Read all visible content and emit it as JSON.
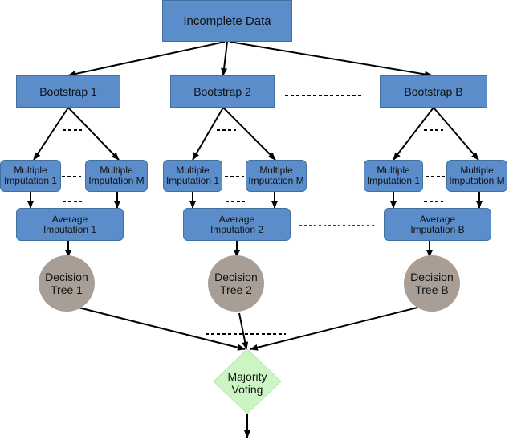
{
  "root": {
    "label": "Incomplete Data"
  },
  "bootstraps": [
    {
      "label": "Bootstrap 1",
      "imp1": [
        "Multiple",
        "Imputation 1"
      ],
      "impM": [
        "Multiple",
        "Imputation M"
      ],
      "avg": [
        "Average",
        "Imputation 1"
      ],
      "tree": [
        "Decision",
        "Tree 1"
      ]
    },
    {
      "label": "Bootstrap 2",
      "imp1": [
        "Multiple",
        "Imputation 1"
      ],
      "impM": [
        "Multiple",
        "Imputation M"
      ],
      "avg": [
        "Average",
        "Imputation 2"
      ],
      "tree": [
        "Decision",
        "Tree 2"
      ]
    },
    {
      "label": "Bootstrap B",
      "imp1": [
        "Multiple",
        "Imputation 1"
      ],
      "impM": [
        "Multiple",
        "Imputation M"
      ],
      "avg": [
        "Average",
        "Imputation B"
      ],
      "tree": [
        "Decision",
        "Tree B"
      ]
    }
  ],
  "voting": {
    "line1": "Majority",
    "line2": "Voting"
  },
  "colors": {
    "box": "#5b8dca",
    "box_border": "#41709f",
    "tree": "#a89e96",
    "diamond": "#ccf5c4",
    "line": "#000000"
  }
}
